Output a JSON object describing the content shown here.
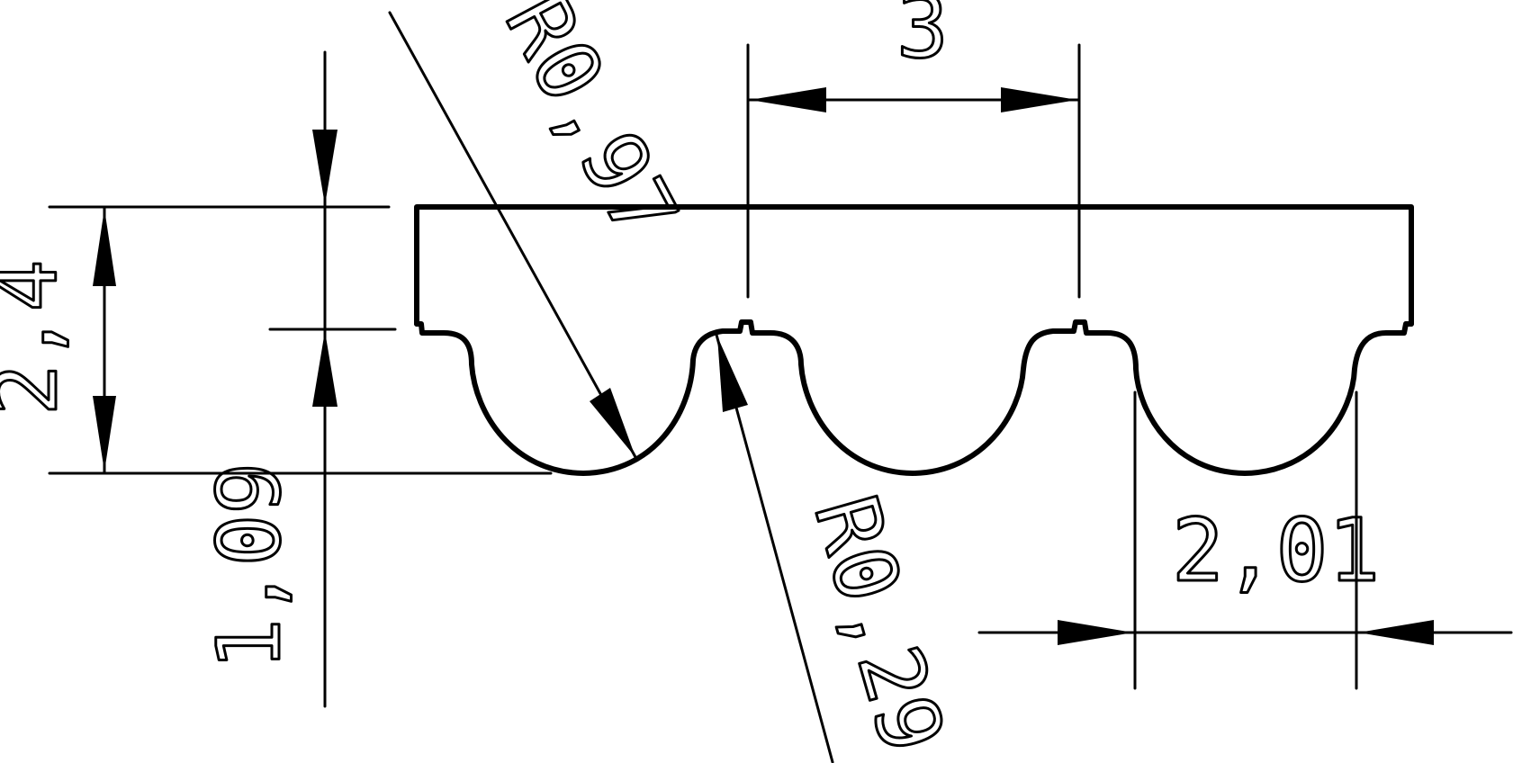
{
  "labels": {
    "pitch": "3",
    "total_height": "2,4",
    "tooth_height": "1,09",
    "root_radius": "R0,97",
    "tip_radius": "R0,29",
    "tooth_width": "2,01"
  },
  "colors": {
    "line": "#000000",
    "background": "#ffffff"
  }
}
